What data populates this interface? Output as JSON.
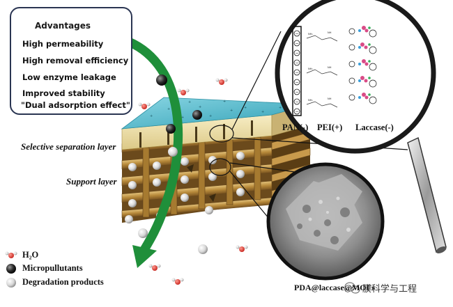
{
  "advantages": {
    "title": "Advantages",
    "items": [
      "High permeability",
      "High removal efficiency",
      "Low enzyme leakage",
      "Improved stability",
      "\"Dual adsorption effect\""
    ]
  },
  "layers": {
    "selective": "Selective separation layer",
    "support": "Support layer"
  },
  "zoom_labels": {
    "pan": "PAN(-)",
    "pei": "PEI(+)",
    "laccase": "Laccase(-)",
    "micrograph": "PDA@laccase@MOFs"
  },
  "legend": {
    "h2o": "H₂O",
    "micropollutants": "Micropullutants",
    "degradation": "Degradation products"
  },
  "watermark": "膜科学与工程",
  "colors": {
    "box_border": "#2a3552",
    "arrow_green": "#1f8f3a",
    "membrane_top": "#47b5c9",
    "membrane_front": "#f2e6b3",
    "support_wood": "#b58a3f",
    "water_red": "#d9443d",
    "magnifier_ring": "#222222"
  }
}
